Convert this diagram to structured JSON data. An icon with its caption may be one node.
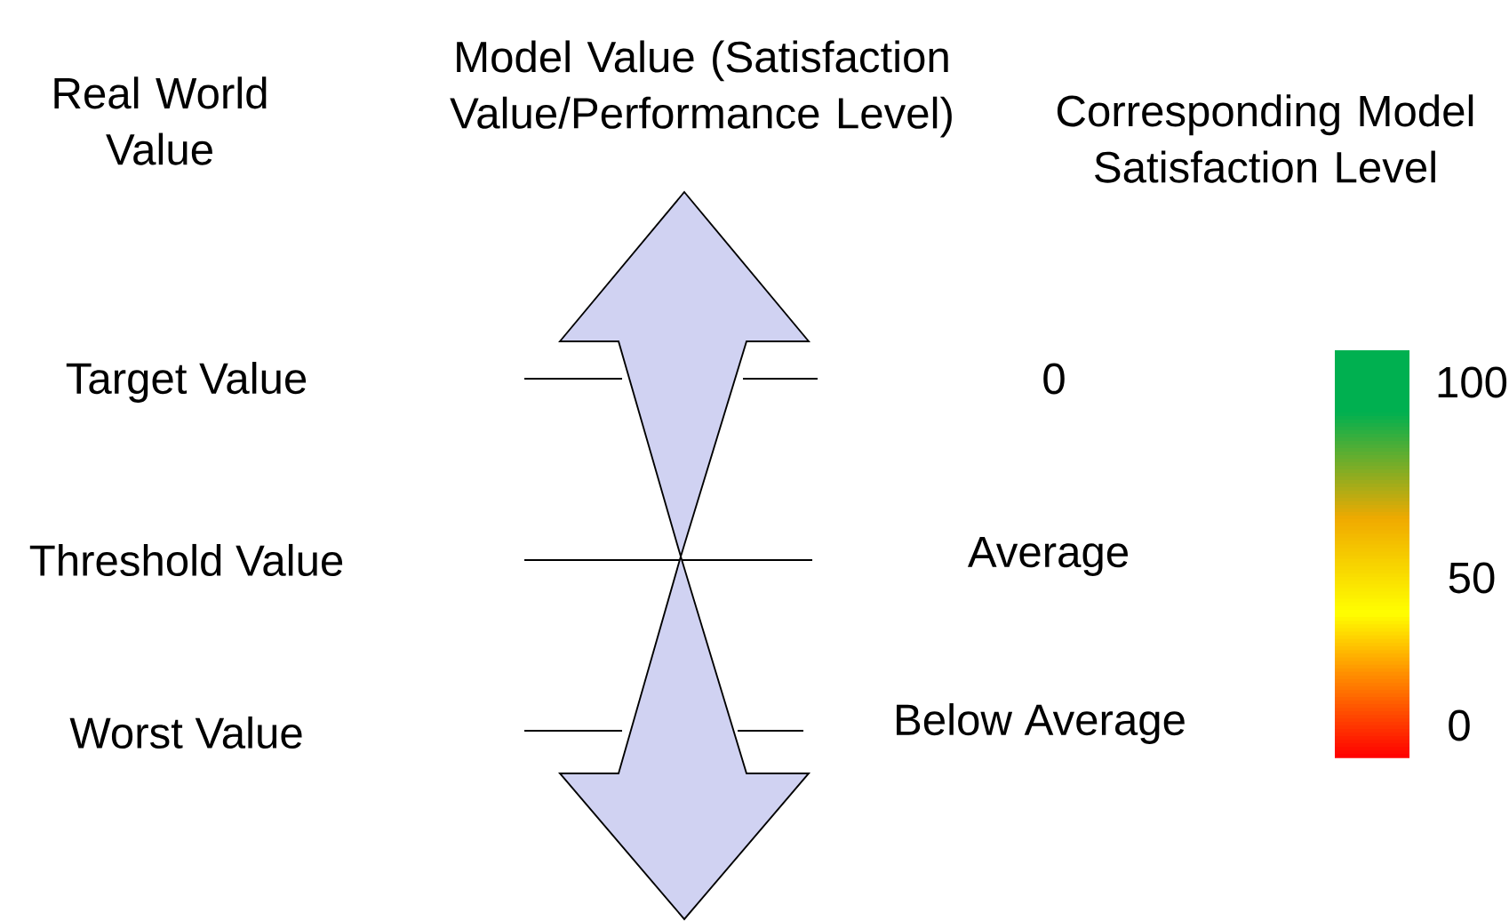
{
  "diagram": {
    "labels": [
      "Real World Value",
      "Model Value (Satisfaction Value/Performance Level)",
      "Corresponding Model Satisfaction Level",
      "Target Value",
      "0",
      "100",
      "Threshold Value",
      "Average",
      "50",
      "Worst Value",
      "Below Average",
      "0"
    ]
  }
}
